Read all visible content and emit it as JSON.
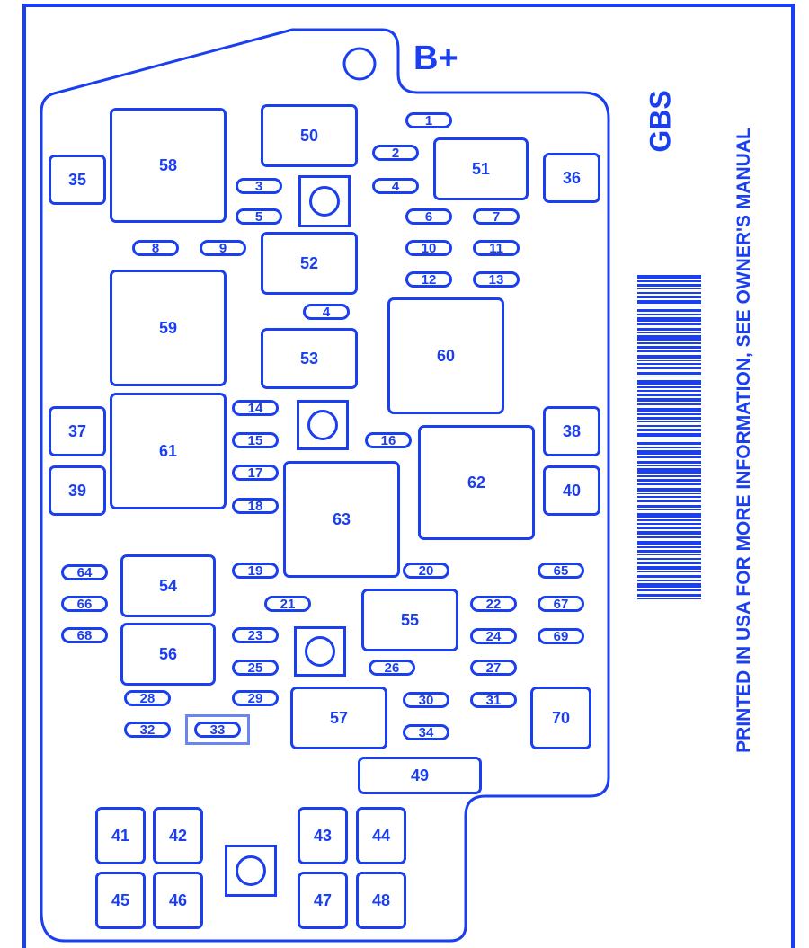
{
  "title_mark": "B+",
  "code": "GBS",
  "note": "PRINTED IN USA FOR MORE INFORMATION, SEE OWNER'S MANUAL",
  "accent_color": "#1a3ff0",
  "highlighted_fuse": "33",
  "relays": [
    "58",
    "50",
    "51",
    "35",
    "36",
    "52",
    "59",
    "53",
    "60",
    "37",
    "38",
    "61",
    "62",
    "39",
    "40",
    "63",
    "54",
    "55",
    "56",
    "57",
    "70",
    "49",
    "41",
    "42",
    "43",
    "44",
    "45",
    "46",
    "47",
    "48"
  ],
  "fuses": [
    "1",
    "2",
    "3",
    "4",
    "5",
    "6",
    "7",
    "8",
    "9",
    "10",
    "11",
    "12",
    "13",
    "4",
    "14",
    "15",
    "16",
    "17",
    "18",
    "19",
    "20",
    "64",
    "65",
    "21",
    "22",
    "66",
    "67",
    "23",
    "24",
    "68",
    "69",
    "25",
    "26",
    "27",
    "28",
    "29",
    "30",
    "31",
    "32",
    "33",
    "34"
  ]
}
